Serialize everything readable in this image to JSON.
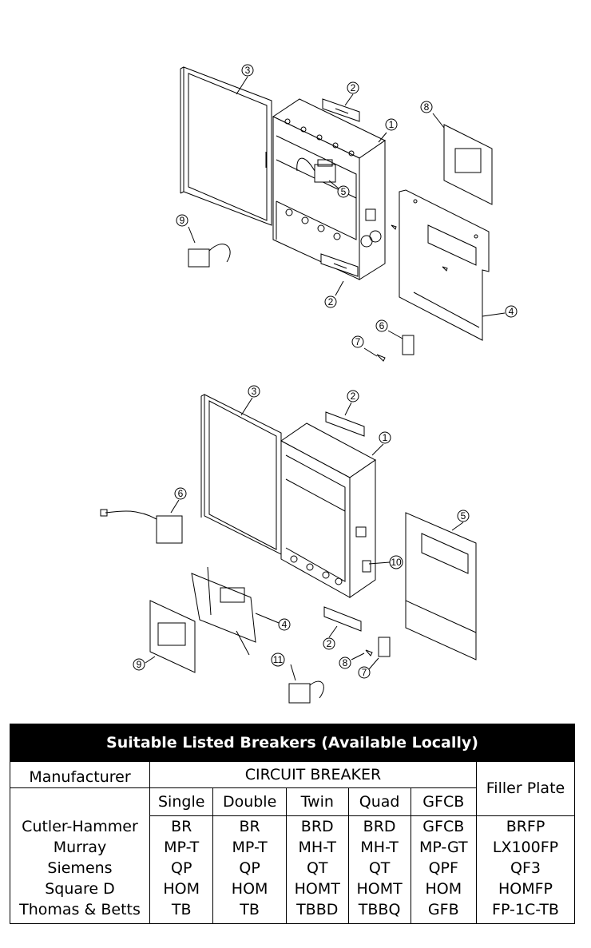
{
  "top_diagram": {
    "callouts": [
      "3",
      "2",
      "1",
      "8",
      "5",
      "9",
      "2",
      "4",
      "6",
      "7"
    ]
  },
  "bottom_diagram": {
    "callouts": [
      "3",
      "2",
      "1",
      "6",
      "5",
      "10",
      "4",
      "2",
      "9",
      "8",
      "7",
      "11"
    ]
  },
  "table": {
    "title": "Suitable Listed Breakers (Available Locally)",
    "manufacturer_header": "Manufacturer",
    "circuit_breaker_header": "CIRCUIT BREAKER",
    "filler_plate_header": "Filler Plate",
    "columns": [
      "Single",
      "Double",
      "Twin",
      "Quad",
      "GFCB"
    ],
    "manufacturers": [
      "Cutler-Hammer",
      "Murray",
      "Siemens",
      "Square D",
      "Thomas & Betts"
    ],
    "single": [
      "BR",
      "MP-T",
      "QP",
      "HOM",
      "TB"
    ],
    "double": [
      "BR",
      "MP-T",
      "QP",
      "HOM",
      "TB"
    ],
    "twin": [
      "BRD",
      "MH-T",
      "QT",
      "HOMT",
      "TBBD"
    ],
    "quad": [
      "BRD",
      "MH-T",
      "QT",
      "HOMT",
      "TBBQ"
    ],
    "gfcb": [
      "GFCB",
      "MP-GT",
      "QPF",
      "HOM",
      "GFB"
    ],
    "filler_plate": [
      "BRFP",
      "LX100FP",
      "QF3",
      "HOMFP",
      "FP-1C-TB"
    ]
  }
}
